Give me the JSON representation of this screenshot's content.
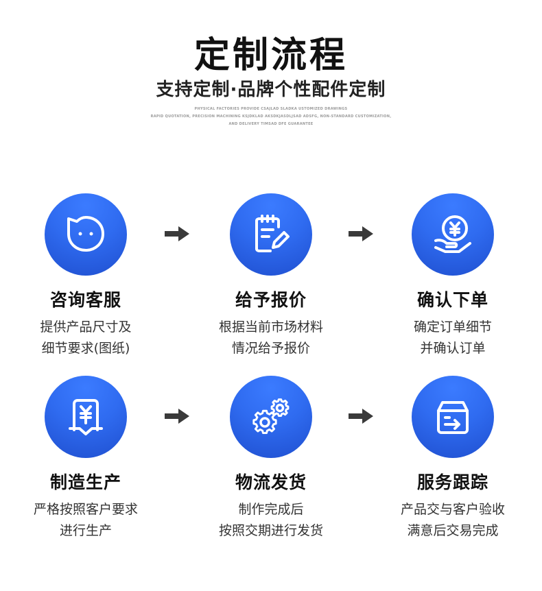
{
  "header": {
    "title": "定制流程",
    "subtitle": "支持定制·品牌个性配件定制",
    "english_lines": [
      "PHYSICAL FACTORIES PROVIDE CSAJLAD SLADKA USTOMIZED DRAWINGS",
      "RAPID QUOTATION, PRECISION MACHINING KSJDKLAD AKSDKJASDLJSAD ADSFG, NON-STANDARD CUSTOMIZATION,",
      "AND DELIVERY TIMSAD DFE GUARANTEE"
    ]
  },
  "steps": [
    {
      "icon": "chat-bubble-icon",
      "title": "咨询客服",
      "desc": [
        "提供产品尺寸及",
        "细节要求(图纸)"
      ]
    },
    {
      "icon": "quote-notepad-icon",
      "title": "给予报价",
      "desc": [
        "根据当前市场材料",
        "情况给予报价"
      ]
    },
    {
      "icon": "yuan-coin-hand-icon",
      "title": "确认下单",
      "desc": [
        "确定订单细节",
        "并确认订单"
      ]
    },
    {
      "icon": "yuan-document-icon",
      "title": "制造生产",
      "desc": [
        "严格按照客户要求",
        "进行生产"
      ]
    },
    {
      "icon": "gears-icon",
      "title": "物流发货",
      "desc": [
        "制作完成后",
        "按照交期进行发货"
      ]
    },
    {
      "icon": "delivery-box-icon",
      "title": "服务跟踪",
      "desc": [
        "产品交与客户验收",
        "满意后交易完成"
      ]
    }
  ],
  "colors": {
    "circle_primary": "#2f6bf0",
    "circle_dark": "#1f4fcf",
    "arrow": "#3a3a3a"
  }
}
